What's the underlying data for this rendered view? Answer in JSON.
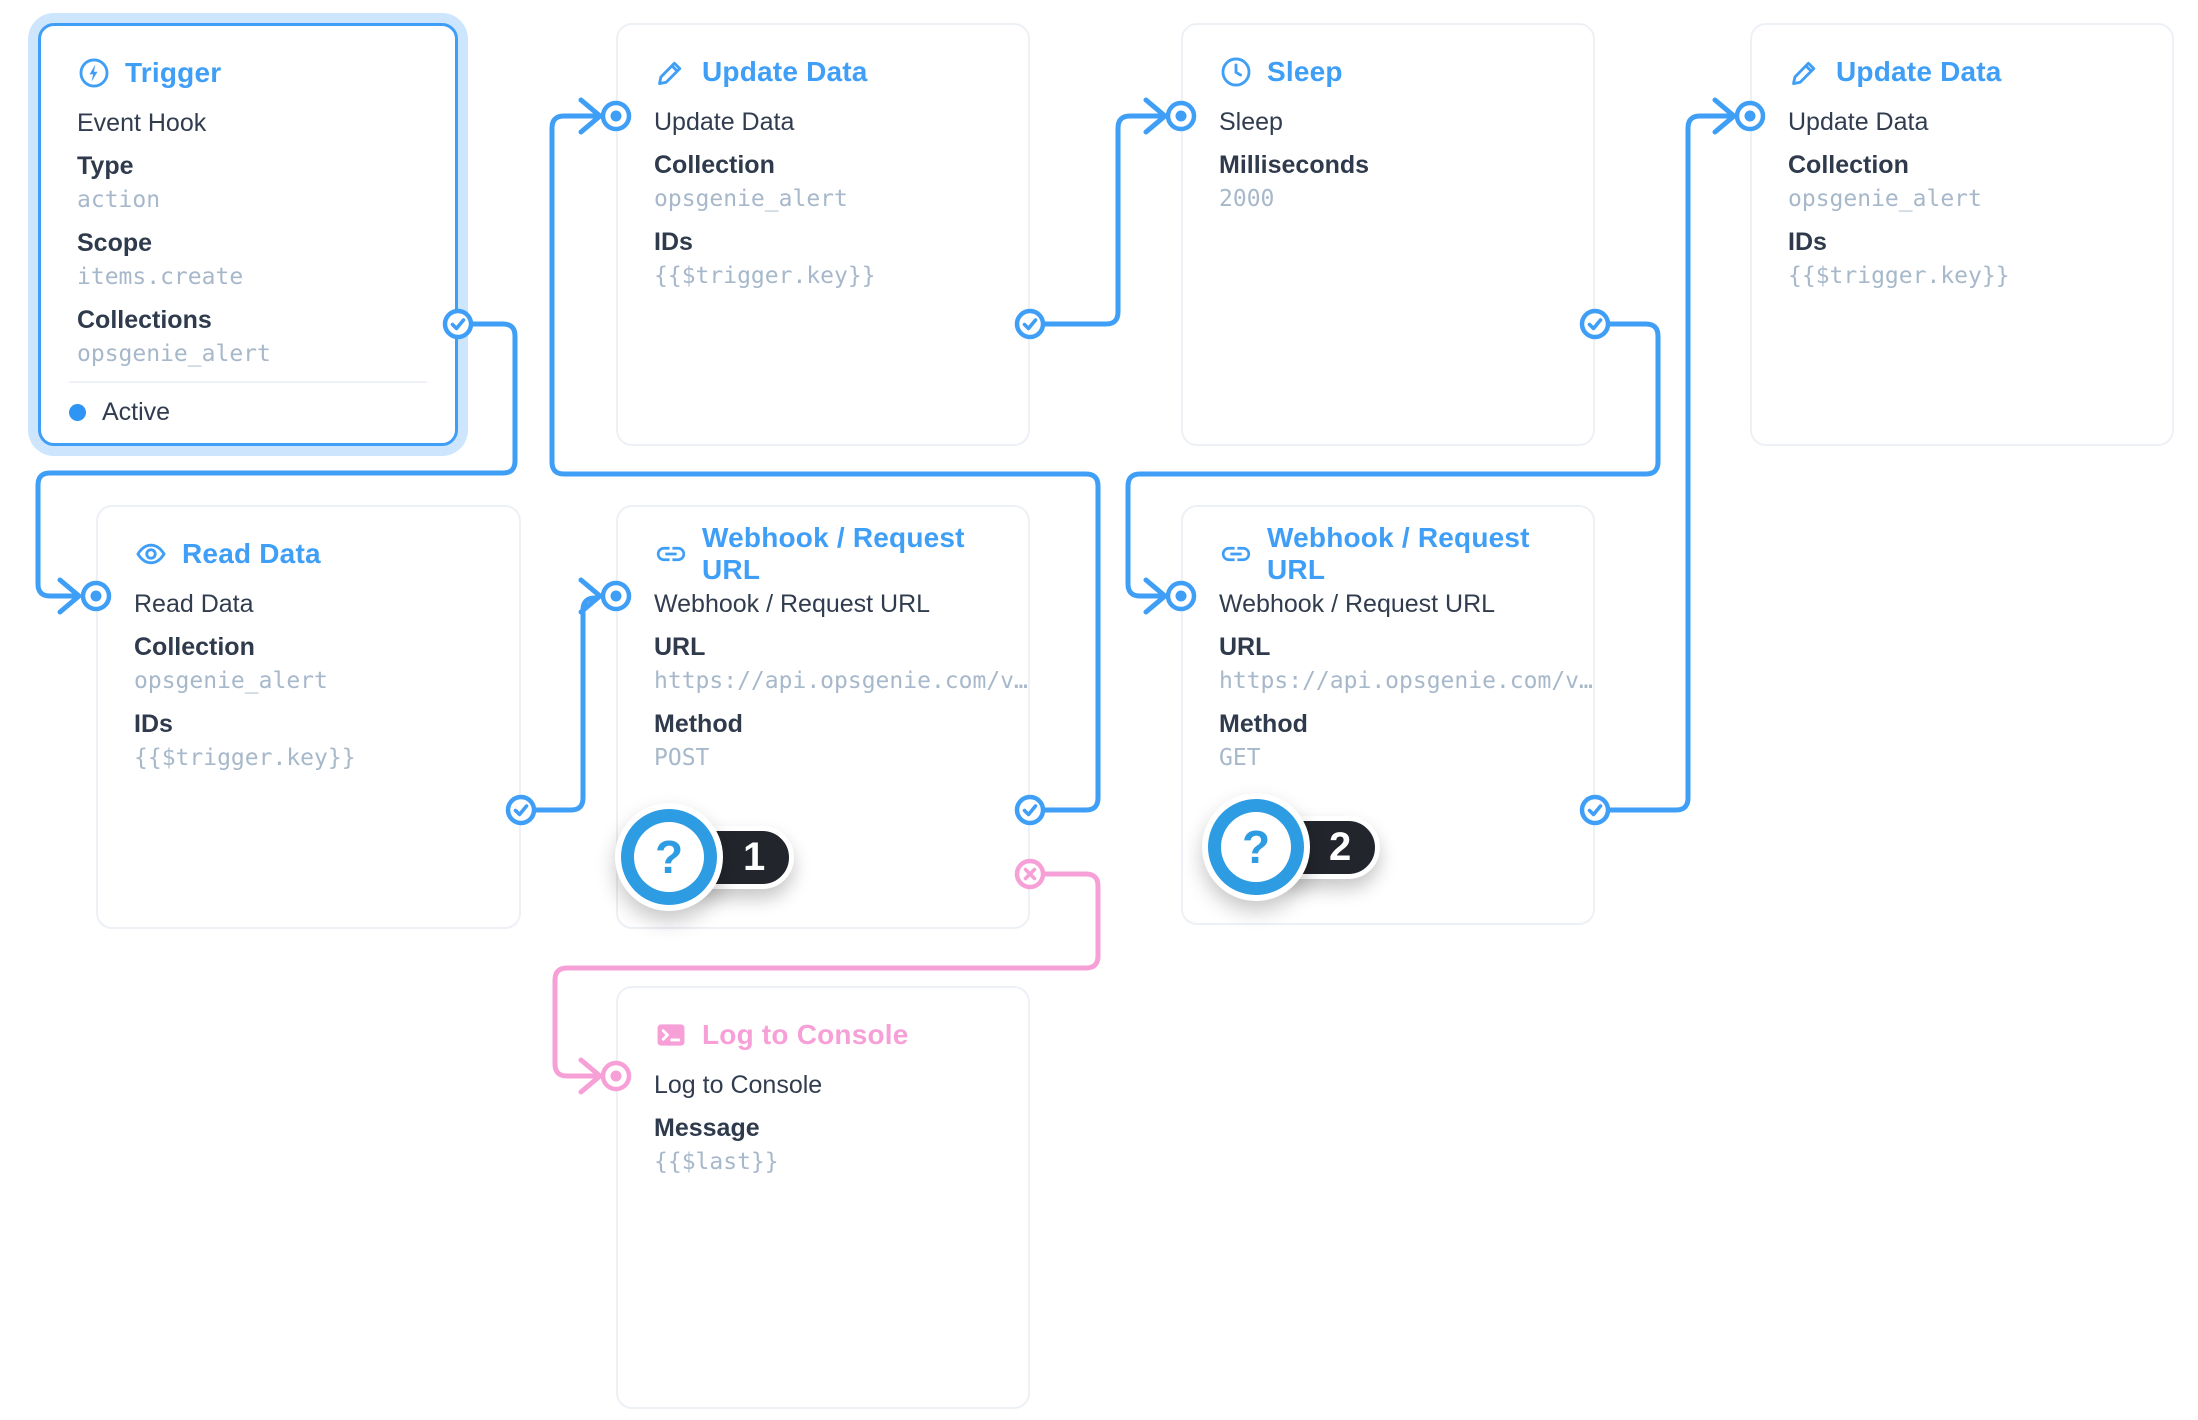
{
  "colors": {
    "accent_blue": "#3f9ef6",
    "pink": "#f7a0d7",
    "badge_blue": "#2d9ce2",
    "pill_dark": "#22262c",
    "text_dark": "#2f3b4d",
    "value_muted": "#a7b8ca",
    "card_border": "#edf1f6",
    "trigger_glow": "#cde6fd"
  },
  "badges": {
    "question_mark": "?"
  },
  "nodes": [
    {
      "title": "Trigger",
      "icon": "bolt-circle-icon",
      "name": "Event Hook",
      "fields": [
        {
          "label": "Type",
          "value": "action"
        },
        {
          "label": "Scope",
          "value": "items.create"
        },
        {
          "label": "Collections",
          "value": "opsgenie_alert"
        }
      ],
      "status": "Active"
    },
    {
      "title": "Update Data",
      "icon": "pencil-icon",
      "name": "Update Data",
      "fields": [
        {
          "label": "Collection",
          "value": "opsgenie_alert"
        },
        {
          "label": "IDs",
          "value": "{{$trigger.key}}"
        }
      ]
    },
    {
      "title": "Sleep",
      "icon": "clock-icon",
      "name": "Sleep",
      "fields": [
        {
          "label": "Milliseconds",
          "value": "2000"
        }
      ]
    },
    {
      "title": "Update Data",
      "icon": "pencil-icon",
      "name": "Update Data",
      "fields": [
        {
          "label": "Collection",
          "value": "opsgenie_alert"
        },
        {
          "label": "IDs",
          "value": "{{$trigger.key}}"
        }
      ]
    },
    {
      "title": "Read Data",
      "icon": "eye-icon",
      "name": "Read Data",
      "fields": [
        {
          "label": "Collection",
          "value": "opsgenie_alert"
        },
        {
          "label": "IDs",
          "value": "{{$trigger.key}}"
        }
      ]
    },
    {
      "title": "Webhook / Request URL",
      "icon": "link-icon",
      "name": "Webhook / Request URL",
      "fields": [
        {
          "label": "URL",
          "value": "https://api.opsgenie.com/v…"
        },
        {
          "label": "Method",
          "value": "POST"
        }
      ],
      "badge": "1"
    },
    {
      "title": "Webhook / Request URL",
      "icon": "link-icon",
      "name": "Webhook / Request URL",
      "fields": [
        {
          "label": "URL",
          "value": "https://api.opsgenie.com/v…"
        },
        {
          "label": "Method",
          "value": "GET"
        }
      ],
      "badge": "2"
    },
    {
      "title": "Log to Console",
      "icon": "terminal-icon",
      "name": "Log to Console",
      "fields": [
        {
          "label": "Message",
          "value": "{{$last}}"
        }
      ]
    }
  ]
}
